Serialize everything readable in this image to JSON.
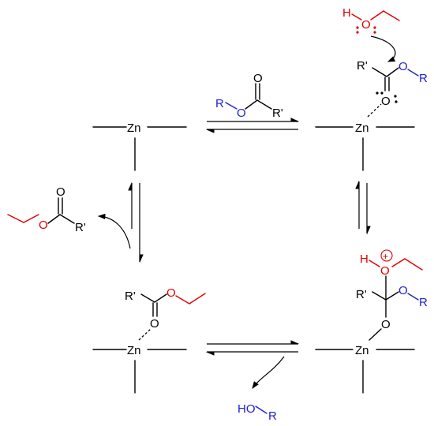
{
  "colors": {
    "black": "#000000",
    "red": "#e00000",
    "blue": "#2020d0"
  },
  "labels": {
    "zn": "Zn",
    "o": "O",
    "h": "H",
    "r": "R",
    "r_prime": "R'",
    "ho": "HO",
    "plus": "+"
  }
}
